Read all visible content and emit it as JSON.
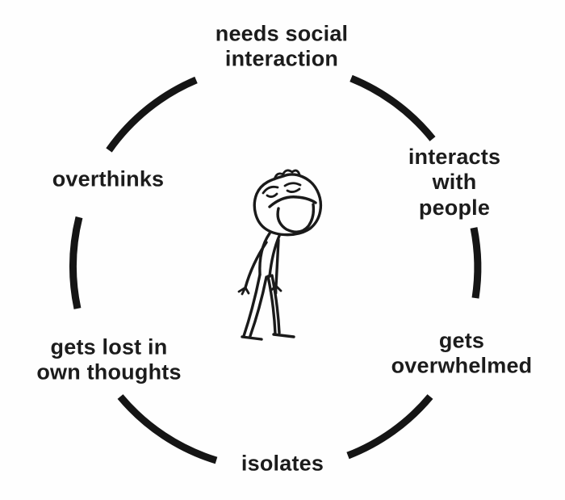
{
  "diagram": {
    "kind": "cycle",
    "background_color": "#fefefe",
    "line_color": "#151515",
    "text_color": "#1c1c1c",
    "center_figure": "hand-drawn stick figure meme character with derp face",
    "labels": [
      {
        "id": "top",
        "text": "needs social\ninteraction"
      },
      {
        "id": "upper-right",
        "text": "interacts with\npeople"
      },
      {
        "id": "lower-right",
        "text": "gets\noverwhelmed"
      },
      {
        "id": "bottom",
        "text": "isolates"
      },
      {
        "id": "lower-left",
        "text": "gets lost in\nown thoughts"
      },
      {
        "id": "upper-left",
        "text": "overthinks"
      }
    ]
  }
}
